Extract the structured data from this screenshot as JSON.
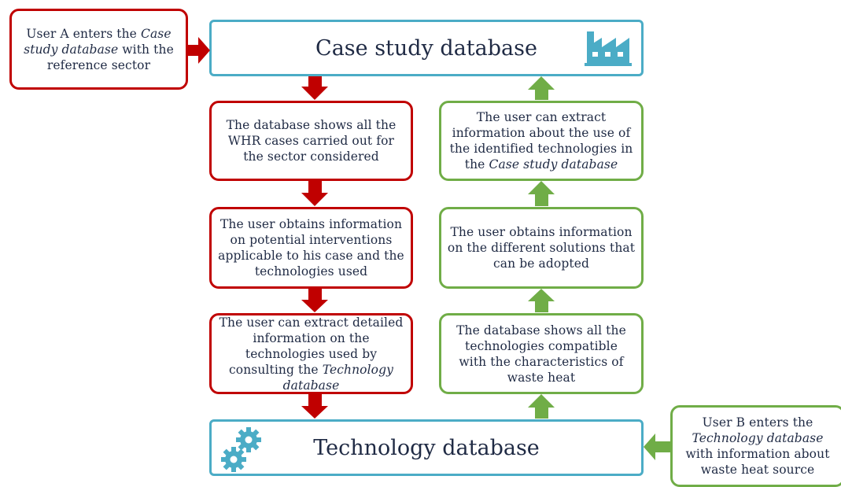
{
  "user_a_box": {
    "parts": [
      "User A enters the ",
      "Case study database",
      " with the reference sector"
    ]
  },
  "case_db": {
    "title": "Case study database",
    "icon": "factory-icon"
  },
  "tech_db": {
    "title": "Technology database",
    "icon": "gears-icon"
  },
  "red_steps": [
    {
      "text": "The database shows all the WHR cases carried out for the sector considered"
    },
    {
      "text": "The user obtains information on potential interventions applicable to his case and the technologies used"
    },
    {
      "parts": [
        "The user can extract detailed information on the technologies used by consulting the ",
        "Technology database",
        ""
      ]
    }
  ],
  "green_steps": [
    {
      "parts": [
        "The user can extract information about the use of the identified technologies in the ",
        "Case study database",
        ""
      ]
    },
    {
      "text": "The user obtains information on the different solutions that can be adopted"
    },
    {
      "text": "The database shows all the technologies compatible with the characteristics of waste heat"
    }
  ],
  "user_b_box": {
    "parts": [
      "User B enters the ",
      "Technology database",
      " with information about waste heat source"
    ]
  },
  "colors": {
    "red": "#c00000",
    "green": "#70ad47",
    "blue": "#4bacc6",
    "text": "#1f2a44"
  }
}
